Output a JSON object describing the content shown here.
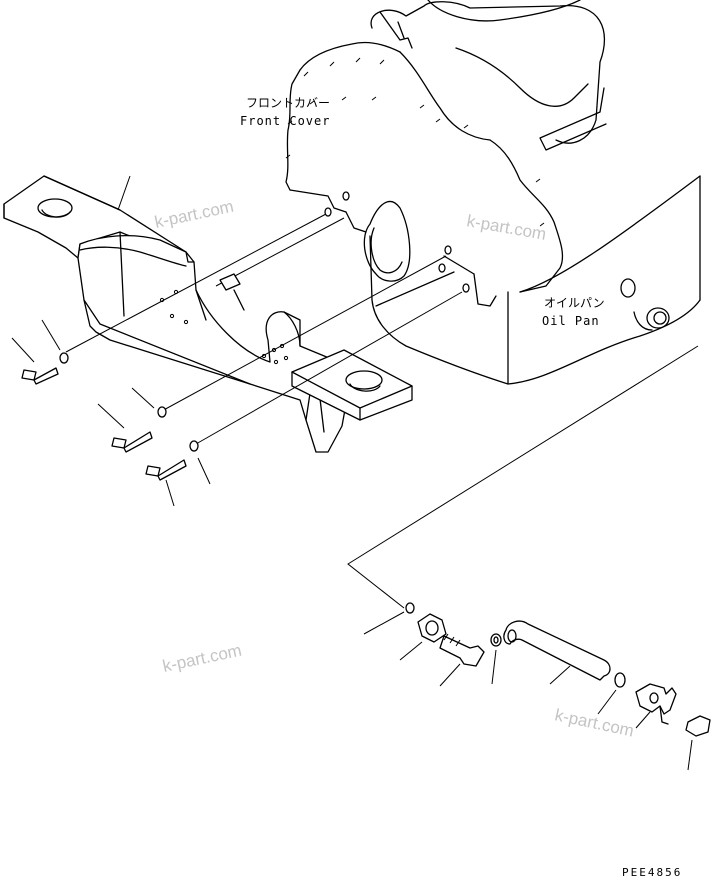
{
  "labels": {
    "front_cover_jp": "フロントカバー",
    "front_cover_en": "Front Cover",
    "oil_pan_jp": "オイルパン",
    "oil_pan_en": "Oil Pan"
  },
  "watermarks": [
    "k-part.com",
    "k-part.com",
    "k-part.com",
    "k-part.com"
  ],
  "drawing_code": "PEE4856"
}
